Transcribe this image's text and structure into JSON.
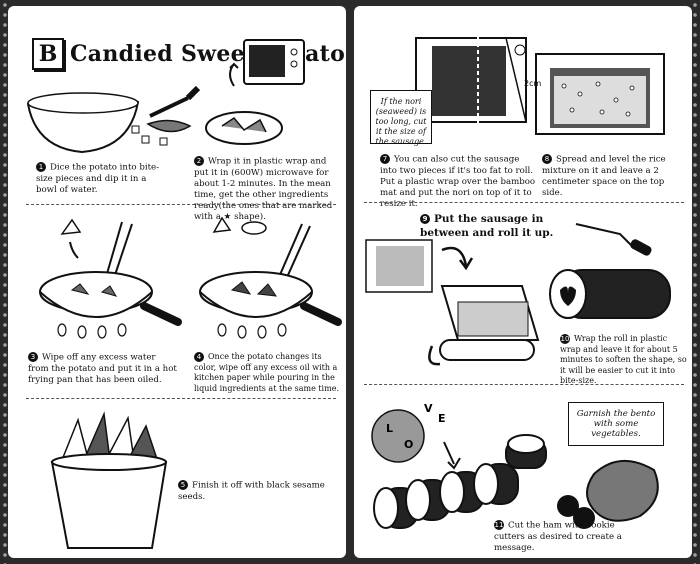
{
  "header": {
    "badge": "B",
    "title": "Candied Sweet Potato"
  },
  "steps": {
    "s1": {
      "num": "1",
      "text": "Dice the potato into bite-size pieces and dip it in a bowl of water."
    },
    "s2": {
      "num": "2",
      "text": "Wrap it in plastic wrap and put it in (600W) microwave for about 1-2 minutes. In the mean time, get the other ingredients ready(the ones that are marked with a ★ shape)."
    },
    "s3": {
      "num": "3",
      "text": "Wipe off any excess water from the potato and put it in a hot frying pan that has been oiled."
    },
    "s4": {
      "num": "4",
      "text": "Once the potato changes its color, wipe off any excess oil with a kitchen paper while pouring in the liquid ingredients at the same time."
    },
    "s5": {
      "num": "5",
      "text": "Finish it off with black sesame seeds."
    },
    "s7": {
      "num": "7",
      "text": "You can also cut the sausage into two pieces if it's too fat to roll. Put a plastic wrap over the bamboo mat and put the nori on top of it to resize it."
    },
    "s8": {
      "num": "8",
      "text": "Spread and level the rice mixture on it and leave a 2 centimeter space on the top side."
    },
    "s9": {
      "num": "9",
      "text": "Put the sausage in between and roll it up."
    },
    "s10": {
      "num": "10",
      "text": "Wrap the roll in plastic wrap and leave it for about 5 minutes to soften the shape, so it will be easier to cut it into bite-size."
    },
    "s11": {
      "num": "11",
      "text": "Cut the ham with cookie cutters as desired to create a message."
    }
  },
  "callouts": {
    "nori": "If the nori (seaweed) is too long, cut it the size of the sausage.",
    "garnish": "Garnish the bento with some vegetables."
  },
  "labels": {
    "cm2": "2cm",
    "love_letters": [
      "L",
      "O",
      "V",
      "E"
    ]
  }
}
